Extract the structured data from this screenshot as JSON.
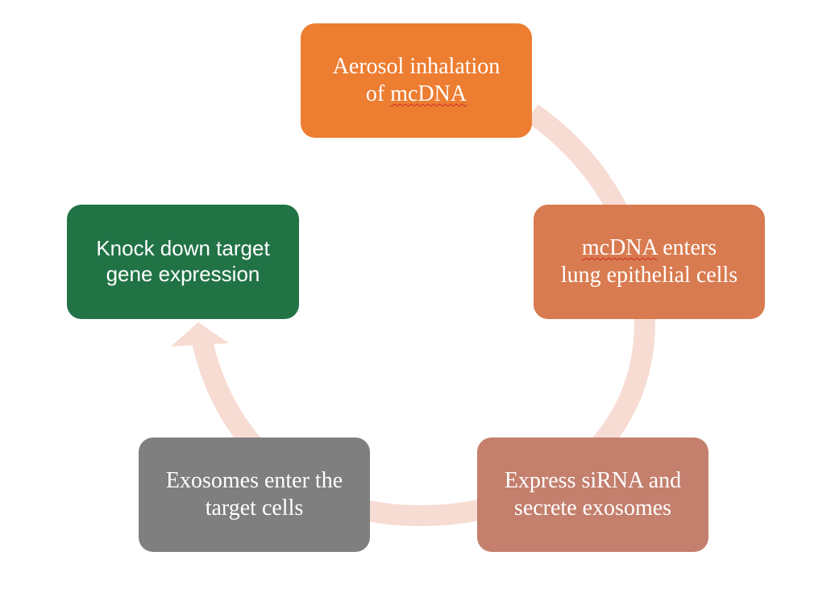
{
  "diagram": {
    "type": "cycle",
    "arrow_color": "#f7dcd3",
    "nodes": [
      {
        "id": "aerosol-inhalation",
        "lines": [
          "Aerosol inhalation",
          "of mcDNA"
        ],
        "color": "#ed7d31"
      },
      {
        "id": "mcdna-enters-cells",
        "lines": [
          "mcDNA enters",
          "lung epithelial cells"
        ],
        "color": "#d97b50"
      },
      {
        "id": "express-sirna",
        "lines": [
          "Express siRNA and",
          "secrete exosomes"
        ],
        "color": "#c47f6d"
      },
      {
        "id": "exosomes-enter",
        "lines": [
          "Exosomes enter the",
          "target cells"
        ],
        "color": "#7f7f7f"
      },
      {
        "id": "knock-down",
        "lines": [
          "Knock down target",
          "gene expression"
        ],
        "color": "#217346"
      }
    ]
  }
}
